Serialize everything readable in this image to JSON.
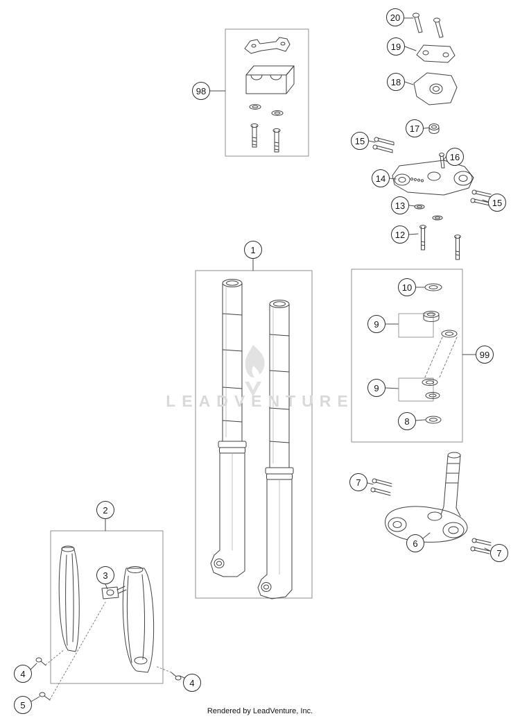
{
  "page": {
    "watermark": "LEADVENTURE",
    "footer": "Rendered by LeadVenture, Inc."
  },
  "callouts": [
    {
      "label": "20"
    },
    {
      "label": "19"
    },
    {
      "label": "18"
    },
    {
      "label": "98"
    },
    {
      "label": "17"
    },
    {
      "label": "15"
    },
    {
      "label": "16"
    },
    {
      "label": "14"
    },
    {
      "label": "13"
    },
    {
      "label": "15"
    },
    {
      "label": "12"
    },
    {
      "label": "1"
    },
    {
      "label": "10"
    },
    {
      "label": "9"
    },
    {
      "label": "9"
    },
    {
      "label": "99"
    },
    {
      "label": "8"
    },
    {
      "label": "7"
    },
    {
      "label": "6"
    },
    {
      "label": "7"
    },
    {
      "label": "2"
    },
    {
      "label": "3"
    },
    {
      "label": "4"
    },
    {
      "label": "5"
    },
    {
      "label": "4"
    }
  ]
}
